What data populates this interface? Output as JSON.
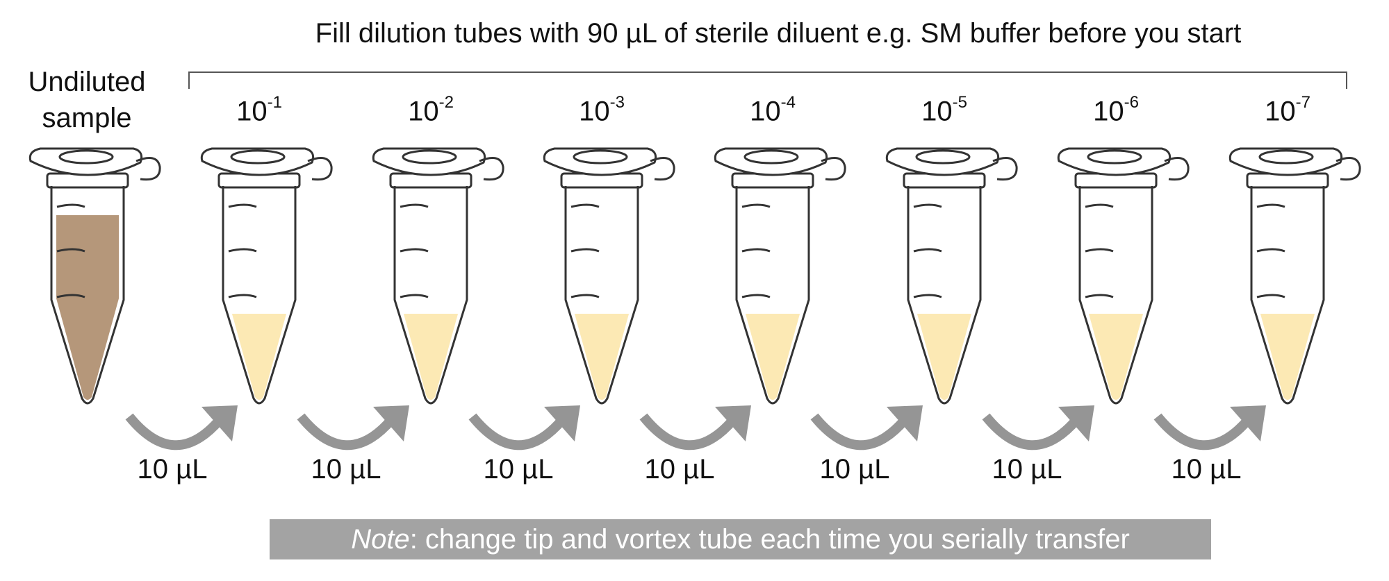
{
  "header": "Fill dilution tubes with 90 µL of sterile diluent e.g. SM buffer before you start",
  "undiluted_label": [
    "Undiluted",
    "sample"
  ],
  "dilutions": [
    {
      "base": "10",
      "exp": "-1"
    },
    {
      "base": "10",
      "exp": "-2"
    },
    {
      "base": "10",
      "exp": "-3"
    },
    {
      "base": "10",
      "exp": "-4"
    },
    {
      "base": "10",
      "exp": "-5"
    },
    {
      "base": "10",
      "exp": "-6"
    },
    {
      "base": "10",
      "exp": "-7"
    }
  ],
  "transfer_volume": "10 µL",
  "note": {
    "prefix": "Note",
    "text": ": change tip and vortex tube each time you serially transfer"
  },
  "colors": {
    "sample": "#b5977a",
    "diluent": "#fce9b4",
    "arrow": "#959595",
    "outline": "#333333",
    "note_bg": "#a3a3a3"
  }
}
